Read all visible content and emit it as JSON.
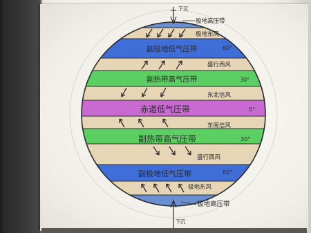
{
  "photo": {
    "subject": "hand-drawn-globe-pressure-wind-belts",
    "colors": {
      "paper": "#f3f1eb",
      "polar_high": "#6a8fd0",
      "subpolar_low": "#3f6ed8",
      "subtropical_high": "#5ccf62",
      "equatorial_low": "#c86ad1",
      "wind_band": "#e6d6b6",
      "ink": "#2a2a2a"
    }
  },
  "labels": {
    "top_sink": "下沉",
    "north_polar_high": "极地高压带",
    "north_polar_easterly": "极地东风",
    "north_subpolar_low": "副极地低气压带",
    "lat_60_n": "60°",
    "north_westerly": "盛行西风",
    "north_subtropical_high": "副热带高气压带",
    "lat_30_n": "30°",
    "ne_trade": "东北信风",
    "equatorial_low": "赤道低气压带",
    "lat_0": "0°",
    "se_trade": "东南信风",
    "south_subtropical_high": "副热带高气压带",
    "lat_30_s": "30°",
    "south_westerly": "盛行西风",
    "south_subpolar_low": "副极地低气压带",
    "lat_60_s": "60°",
    "south_polar_easterly": "极地东风",
    "south_polar_high": "极地高压带",
    "bottom_sink": "下沉"
  }
}
